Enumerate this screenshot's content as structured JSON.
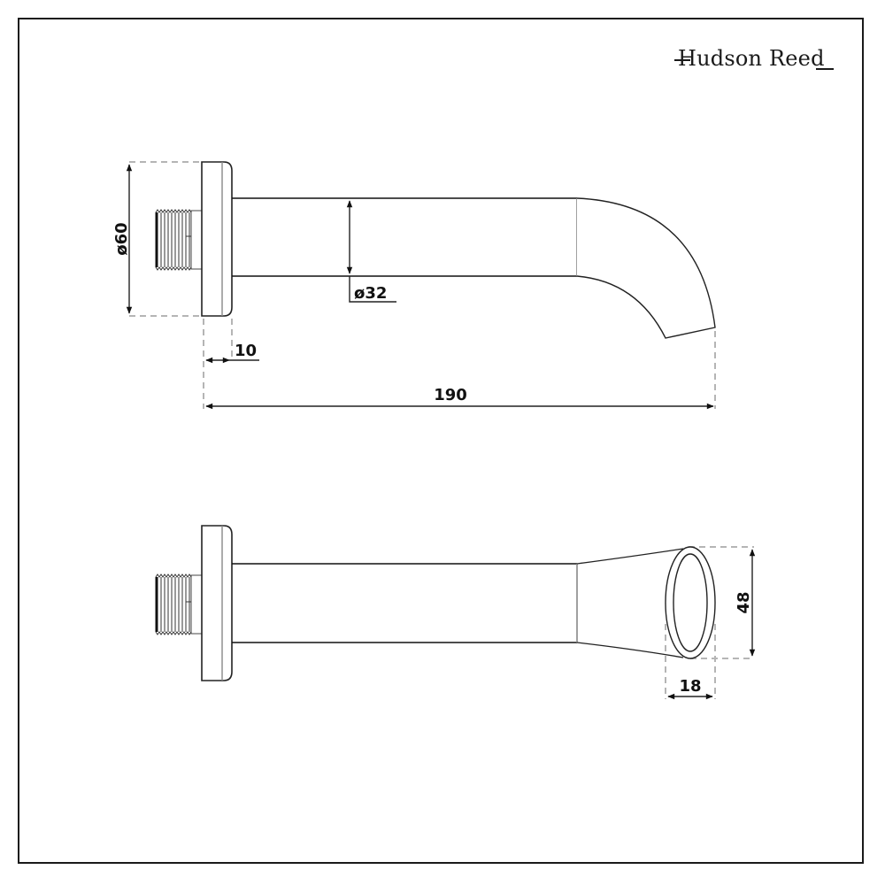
{
  "brand": {
    "name": "Hudson Reed"
  },
  "side_view": {
    "dimensions": {
      "flange_diameter": "ø60",
      "pipe_diameter": "ø32",
      "flange_thickness": "10",
      "overall_length": "190"
    }
  },
  "top_view": {
    "dimensions": {
      "outlet_height": "48",
      "outlet_depth": "18"
    }
  },
  "colors": {
    "line": "#1a1a1a",
    "thin_line": "#555555",
    "dashed_extension": "#b0b0b0",
    "background": "#ffffff"
  }
}
